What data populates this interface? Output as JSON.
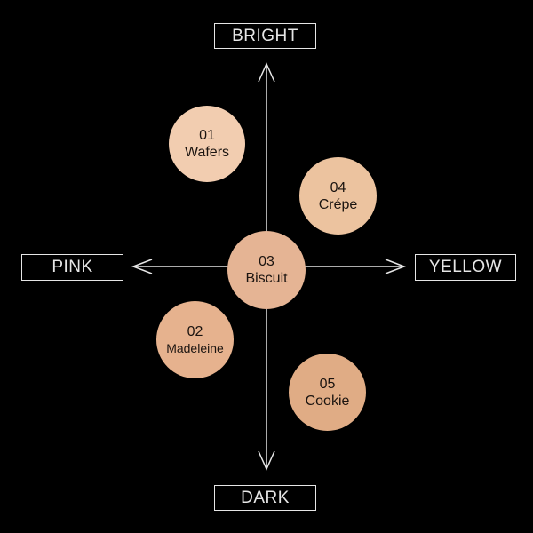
{
  "axes": {
    "top": "BRIGHT",
    "bottom": "DARK",
    "left": "PINK",
    "right": "YELLOW"
  },
  "colors": {
    "background": "#000000",
    "axis_line": "#e6e6e6",
    "text_on_swatch": "#1b1410"
  },
  "shades": [
    {
      "id": "01",
      "name": "Wafers",
      "color": "#f2cdb0"
    },
    {
      "id": "04",
      "name": "Crépe",
      "color": "#ecc39f"
    },
    {
      "id": "03",
      "name": "Biscuit",
      "color": "#e5b494"
    },
    {
      "id": "02",
      "name": "Madeleine",
      "color": "#e6b28e"
    },
    {
      "id": "05",
      "name": "Cookie",
      "color": "#e0ac85"
    }
  ]
}
